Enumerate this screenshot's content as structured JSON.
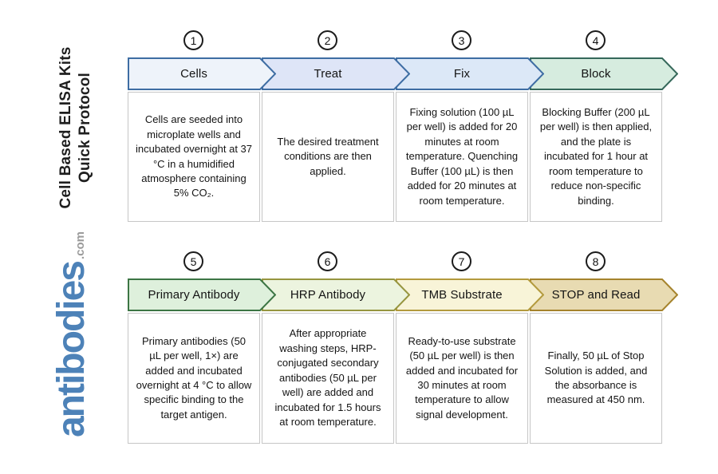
{
  "sidebar": {
    "title_line1": "Cell Based ELISA Kits",
    "title_line2": "Quick Protocol",
    "logo_text": "antibodies",
    "logo_suffix": ".com",
    "logo_color": "#4d82b8",
    "logo_suffix_color": "#9b9b9b"
  },
  "steps": [
    {
      "number": "1",
      "label": "Cells",
      "description": "Cells are seeded into microplate wells and incubated overnight at 37 °C in a humidified atmosphere containing 5% CO₂.",
      "fill": "#eef3fa",
      "border": "#3e6da3"
    },
    {
      "number": "2",
      "label": "Treat",
      "description": "The desired treatment conditions are then applied.",
      "fill": "#dee5f7",
      "border": "#3e6da3"
    },
    {
      "number": "3",
      "label": "Fix",
      "description": "Fixing solution (100 µL per well) is added for 20 minutes at room temperature. Quenching Buffer (100 µL) is then added for 20 minutes at room temperature.",
      "fill": "#dce8f7",
      "border": "#3e6da3"
    },
    {
      "number": "4",
      "label": "Block",
      "description": "Blocking Buffer (200 µL per well) is then applied, and the plate is incubated for 1 hour at room temperature to reduce non-specific binding.",
      "fill": "#d6ecdf",
      "border": "#35685a"
    },
    {
      "number": "5",
      "label": "Primary Antibody",
      "description": "Primary antibodies (50 µL per well, 1×) are added and incubated overnight at 4 °C to allow specific binding to the target antigen.",
      "fill": "#def0dc",
      "border": "#3c7544"
    },
    {
      "number": "6",
      "label": "HRP Antibody",
      "description": "After appropriate washing steps, HRP-conjugated secondary antibodies (50 µL per well) are added and incubated for 1.5 hours at room temperature.",
      "fill": "#ecf4df",
      "border": "#96953f"
    },
    {
      "number": "7",
      "label": "TMB Substrate",
      "description": "Ready-to-use substrate (50 µL per well) is then added and incubated for 30 minutes at room temperature to allow signal development.",
      "fill": "#f8f4d8",
      "border": "#b39a3d"
    },
    {
      "number": "8",
      "label": "STOP and Read",
      "description": "Finally, 50 µL of Stop Solution is added, and the absorbance is measured at 450 nm.",
      "fill": "#e8dbb2",
      "border": "#a5832c"
    }
  ]
}
